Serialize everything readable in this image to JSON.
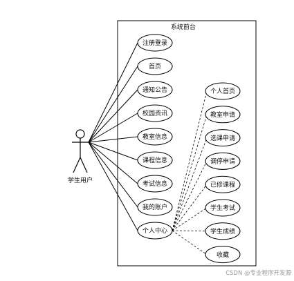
{
  "system": {
    "title": "系统前台"
  },
  "actor": {
    "label": "学生用户"
  },
  "left_usecases": [
    {
      "key": "register-login",
      "label": "注册登录"
    },
    {
      "key": "home",
      "label": "首页"
    },
    {
      "key": "notice",
      "label": "通知公告"
    },
    {
      "key": "campus-news",
      "label": "校园资讯"
    },
    {
      "key": "classroom-info",
      "label": "教室信息"
    },
    {
      "key": "course-info",
      "label": "课程信息"
    },
    {
      "key": "exam-info",
      "label": "考试信息"
    },
    {
      "key": "my-account",
      "label": "我的账户"
    },
    {
      "key": "personal-center",
      "label": "个人中心"
    }
  ],
  "right_usecases": [
    {
      "key": "personal-home",
      "label": "个人首页"
    },
    {
      "key": "classroom-apply",
      "label": "教室申请"
    },
    {
      "key": "course-select-apply",
      "label": "选课申请"
    },
    {
      "key": "reschedule-apply",
      "label": "调停申请"
    },
    {
      "key": "completed-courses",
      "label": "已修课程"
    },
    {
      "key": "student-exam",
      "label": "学生考试"
    },
    {
      "key": "student-grades",
      "label": "学生成绩"
    },
    {
      "key": "favorites",
      "label": "收藏"
    }
  ],
  "watermark": "CSDN @专业程序开发源"
}
